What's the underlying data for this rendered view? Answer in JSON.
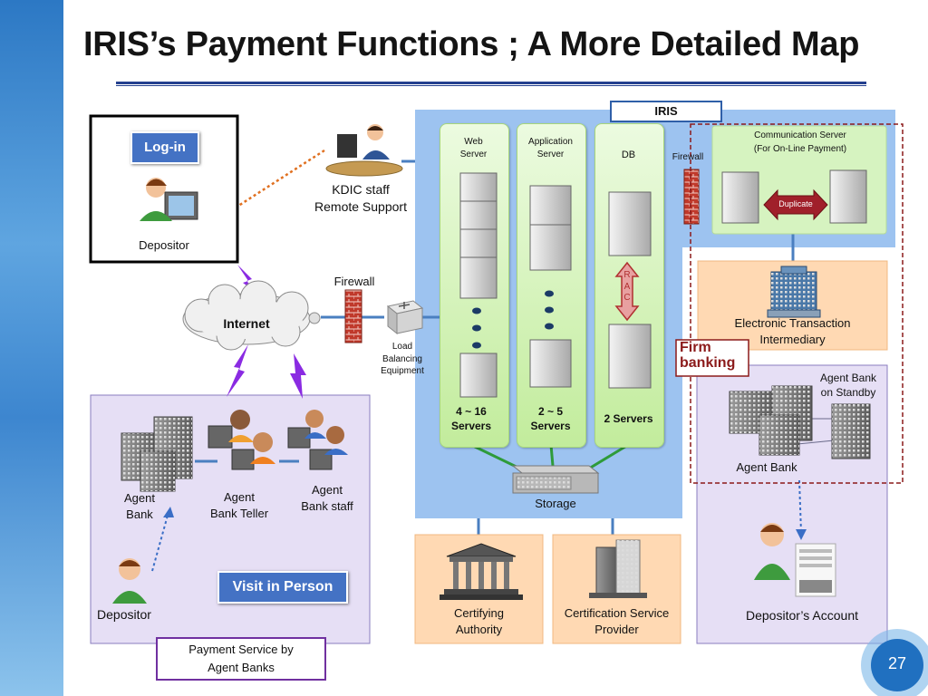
{
  "title": "IRIS’s Payment Functions ; A More Detailed Map",
  "iris_label": "IRIS",
  "login_label": "Log-in",
  "depositor_top": "Depositor",
  "kdic": "KDIC staff\nRemote Support",
  "internet": "Internet",
  "firewall_left": "Firewall",
  "load_balancing": "Load\nBalancing\nEquipment",
  "web_server": "Web\nServer",
  "app_server": "Application\nServer",
  "db": "DB",
  "rac": "R\nA\nC",
  "web_count": "4 ~ 16\nServers",
  "app_count": "2 ~ 5\nServers",
  "db_count": "2 Servers",
  "storage": "Storage",
  "firewall_right": "Firewall",
  "comm_server": "Communication Server\n(For On-Line Payment)",
  "duplicate": "Duplicate",
  "eti": "Electronic Transaction\nIntermediary",
  "firm_banking": "Firm\nbanking",
  "agent_bank_standby": "Agent Bank\non Standby",
  "agent_bank_right": "Agent Bank",
  "depositor_account": "Depositor’s Account",
  "agent_bank_left": "Agent\nBank",
  "agent_bank_teller": "Agent\nBank Teller",
  "agent_bank_staff": "Agent\nBank staff",
  "visit_in_person": "Visit in Person",
  "depositor_bottom": "Depositor",
  "payment_service": "Payment Service by\nAgent Banks",
  "certifying_authority": "Certifying\nAuthority",
  "csp": "Certification  Service\nProvider",
  "page_number": "27",
  "colors": {
    "accent": "#4472c4",
    "iris_bg": "#9dc3f0",
    "server_pill": "#c6efa0",
    "purple_panel": "#e4dcf4",
    "orange_box": "#ffd7b0",
    "firm_banking": "#8b1a1a"
  }
}
